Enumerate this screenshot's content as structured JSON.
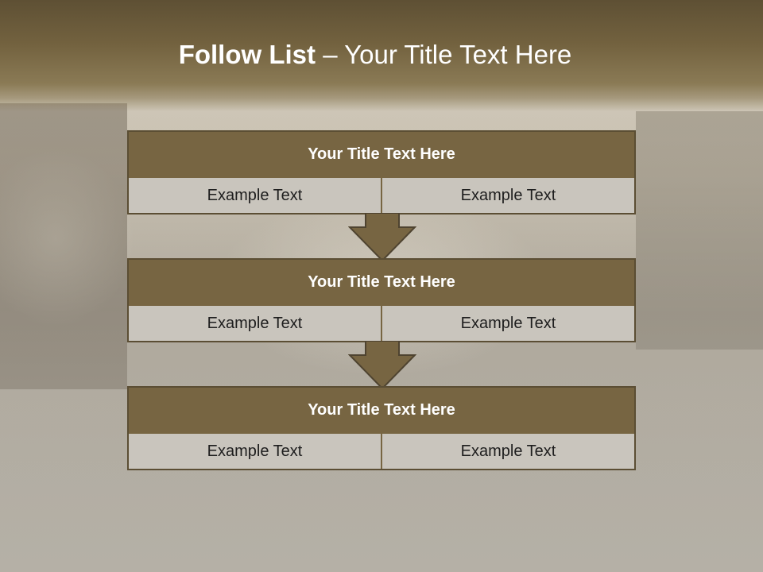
{
  "slide": {
    "title_bold": "Follow List",
    "title_rest": " – Your Title Text Here"
  },
  "steps": [
    {
      "title": "Your Title Text Here",
      "left": "Example Text",
      "right": "Example Text"
    },
    {
      "title": "Your Title Text Here",
      "left": "Example Text",
      "right": "Example Text"
    },
    {
      "title": "Your Title Text Here",
      "left": "Example Text",
      "right": "Example Text"
    }
  ],
  "colors": {
    "header": "#776542",
    "border": "#5b4e34",
    "cell": "#c9c5bd",
    "arrow": "#776542"
  }
}
